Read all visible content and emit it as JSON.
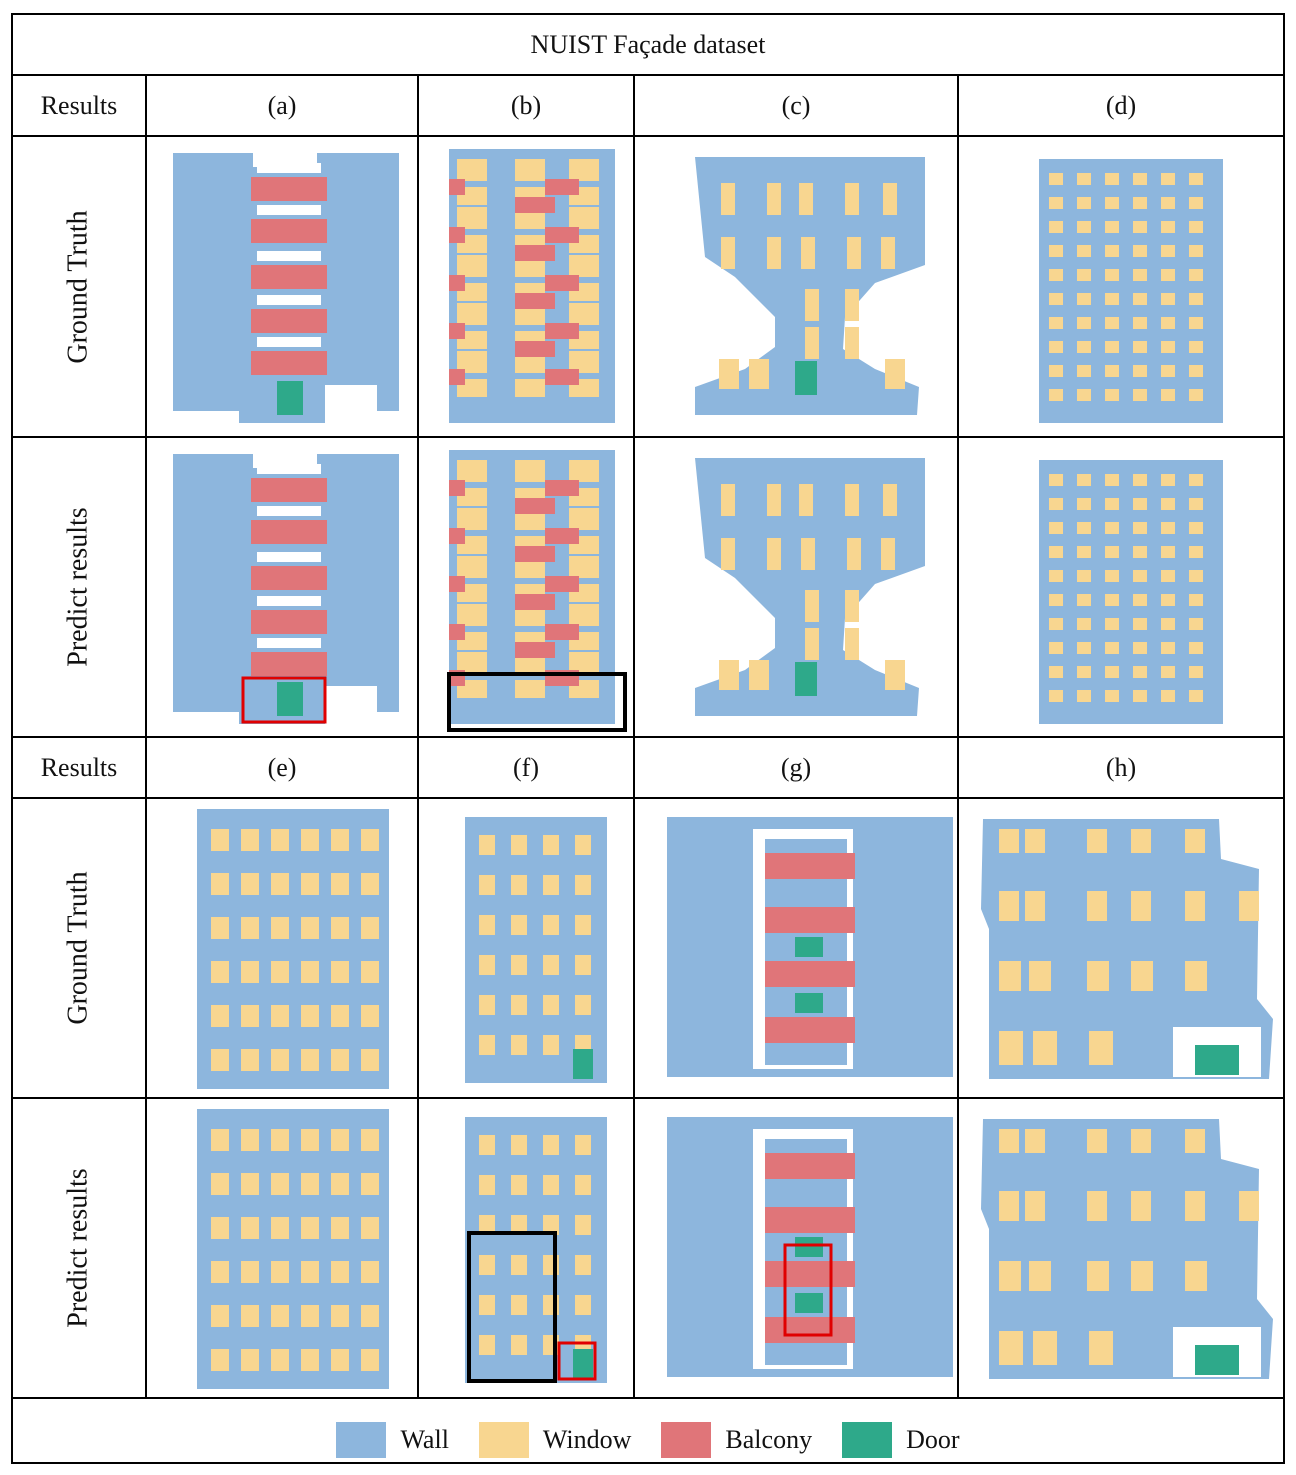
{
  "title": "NUIST Façade dataset",
  "results_label": "Results",
  "rows": {
    "ground_truth": "Ground Truth",
    "predict": "Predict results"
  },
  "columns_top": [
    "(a)",
    "(b)",
    "(c)",
    "(d)"
  ],
  "columns_bottom": [
    "(e)",
    "(f)",
    "(g)",
    "(h)"
  ],
  "legend": [
    {
      "label": "Wall",
      "color": "#8db6dd"
    },
    {
      "label": "Window",
      "color": "#f8d690"
    },
    {
      "label": "Balcony",
      "color": "#e07579"
    },
    {
      "label": "Door",
      "color": "#2ea98a"
    }
  ],
  "highlight_colors": {
    "red": "#e00000",
    "black": "#000000"
  }
}
